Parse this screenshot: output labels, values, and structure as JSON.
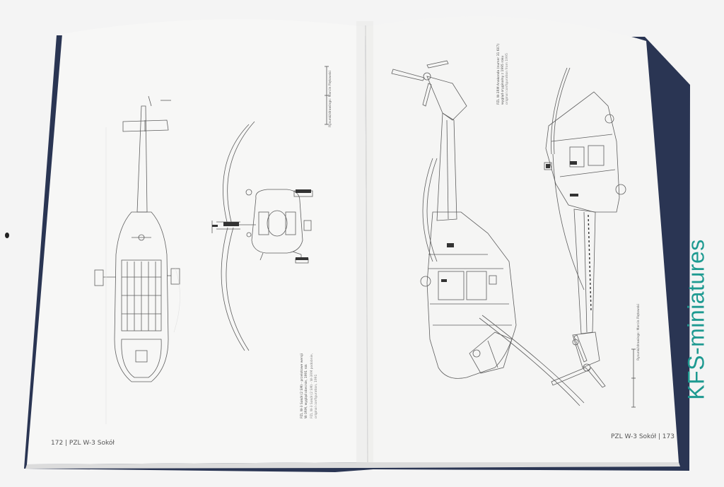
{
  "book": {
    "cover_color": "#2a3553",
    "page_color": "#f7f7f6",
    "line_color": "#5e5e5e"
  },
  "left_page": {
    "folio": "172 | PZL W-3 Sokół",
    "credit": "Rysunki/drawings: Marcin Piętowski",
    "caption_lines": [
      "PZL W-3 Sokół (2 SM) - przelotowe wersji",
      "W-3RM, wygląd obecnie, 1991 rok",
      "PZL W-3 Sokół (2 SM) - W-3RM podobnie,",
      "original configuration, 1991"
    ]
  },
  "right_page": {
    "folio": "PZL W-3 Sokół | 173",
    "credit": "Rysunki/drawings: Marcin Piętowski",
    "caption_lines": [
      "PZL W-3RM Anakonda (numer 31 607)",
      "wygląd oryginalny z 1995 roku",
      "original configuration from 1995"
    ]
  },
  "watermark": {
    "text": "KFS-miniatures",
    "color": "#1e9a91"
  }
}
